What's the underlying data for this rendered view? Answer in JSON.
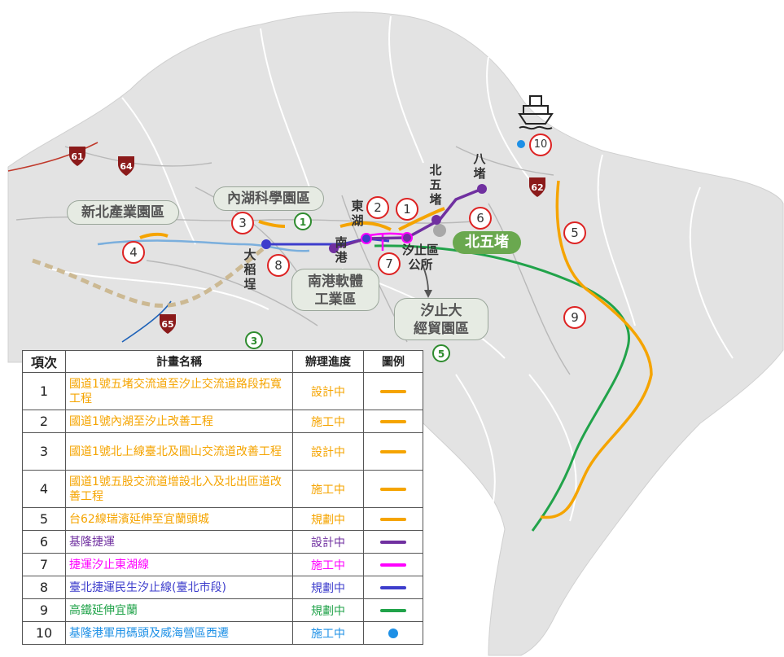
{
  "callouts": {
    "xinbei": "新北產業園區",
    "neihu": "內湖科學園區",
    "nangang": [
      "南港軟體",
      "工業區"
    ],
    "xizhi": [
      "汐止大",
      "經貿園區"
    ],
    "beiwudu_pill": "北五堵"
  },
  "place_labels": {
    "dadaocheng": [
      "大",
      "稻",
      "埕"
    ],
    "donghu": [
      "東",
      "湖"
    ],
    "nangang": [
      "南",
      "港"
    ],
    "beiwudu": [
      "北",
      "五",
      "堵"
    ],
    "badu": [
      "八",
      "堵"
    ],
    "xizhi_office": [
      "汐止區",
      "公所"
    ]
  },
  "road_shields": {
    "r61": "61",
    "r64": "64",
    "r62": "62",
    "r65": "65",
    "flower3": "3",
    "flower5": "5",
    "flower1": "1"
  },
  "map_markers": [
    "1",
    "2",
    "3",
    "4",
    "5",
    "6",
    "7",
    "8",
    "9",
    "10"
  ],
  "icons": {
    "ship": "ship-icon"
  },
  "colors": {
    "orange": "#f5a400",
    "purple": "#7030a0",
    "magenta": "#ff00ff",
    "blue": "#3d3dcc",
    "green": "#21a34a",
    "cyan": "#1e90e6",
    "red": "#d22020"
  },
  "legend": {
    "headers": {
      "no": "項次",
      "name": "計畫名稱",
      "status": "辦理進度",
      "legend": "圖例"
    },
    "rows": [
      {
        "no": "1",
        "name": "國道1號五堵交流道至汐止交流道路段拓寬工程",
        "status": "設計中",
        "color": "#f5a400",
        "kind": "line"
      },
      {
        "no": "2",
        "name": "國道1號內湖至汐止改善工程",
        "status": "施工中",
        "color": "#f5a400",
        "kind": "line"
      },
      {
        "no": "3",
        "name": "國道1號北上線臺北及圓山交流道改善工程",
        "status": "設計中",
        "color": "#f5a400",
        "kind": "line"
      },
      {
        "no": "4",
        "name": "國道1號五股交流道增設北入及北出匝道改善工程",
        "status": "施工中",
        "color": "#f5a400",
        "kind": "line"
      },
      {
        "no": "5",
        "name": "台62線瑞濱延伸至宜蘭頭城",
        "status": "規劃中",
        "color": "#f5a400",
        "kind": "line"
      },
      {
        "no": "6",
        "name": "基隆捷運",
        "status": "設計中",
        "color": "#7030a0",
        "kind": "line"
      },
      {
        "no": "7",
        "name": "捷運汐止東湖線",
        "status": "施工中",
        "color": "#ff00ff",
        "kind": "line"
      },
      {
        "no": "8",
        "name": "臺北捷運民生汐止線(臺北市段)",
        "status": "規劃中",
        "color": "#3d3dcc",
        "kind": "line"
      },
      {
        "no": "9",
        "name": "高鐵延伸宜蘭",
        "status": "規劃中",
        "color": "#21a34a",
        "kind": "line"
      },
      {
        "no": "10",
        "name": "基隆港軍用碼頭及威海營區西遷",
        "status": "施工中",
        "color": "#1e90e6",
        "kind": "dot"
      }
    ]
  }
}
